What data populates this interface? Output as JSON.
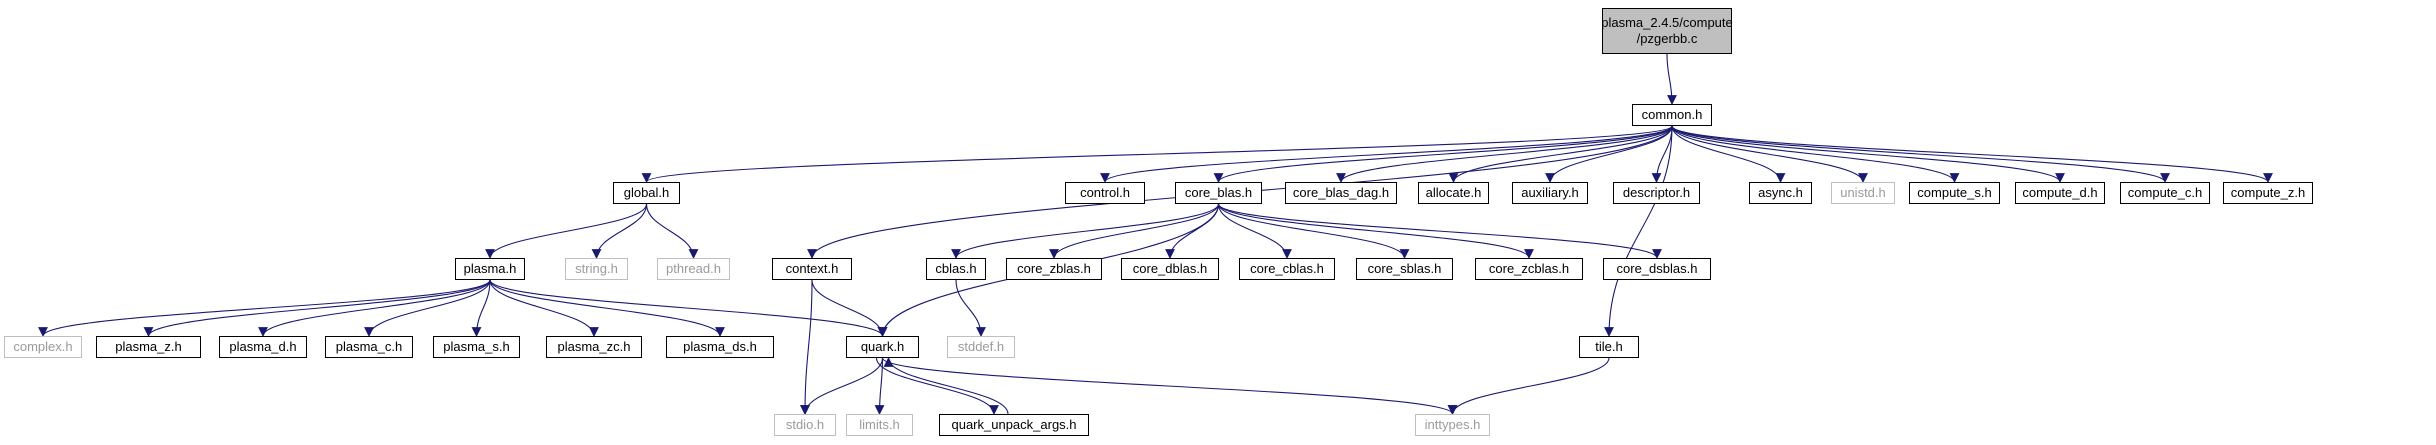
{
  "root": {
    "line1": "plasma_2.4.5/compute",
    "line2": "/pzgerbb.c"
  },
  "nodes": {
    "common": "common.h",
    "global": "global.h",
    "control": "control.h",
    "core_blas": "core_blas.h",
    "core_blas_dag": "core_blas_dag.h",
    "allocate": "allocate.h",
    "auxiliary": "auxiliary.h",
    "descriptor": "descriptor.h",
    "async": "async.h",
    "unistd": "unistd.h",
    "compute_s": "compute_s.h",
    "compute_d": "compute_d.h",
    "compute_c": "compute_c.h",
    "compute_z": "compute_z.h",
    "plasma": "plasma.h",
    "string": "string.h",
    "pthread": "pthread.h",
    "context": "context.h",
    "cblas": "cblas.h",
    "core_zblas": "core_zblas.h",
    "core_dblas": "core_dblas.h",
    "core_cblas": "core_cblas.h",
    "core_sblas": "core_sblas.h",
    "core_zcblas": "core_zcblas.h",
    "core_dsblas": "core_dsblas.h",
    "complex": "complex.h",
    "plasma_z": "plasma_z.h",
    "plasma_d": "plasma_d.h",
    "plasma_c": "plasma_c.h",
    "plasma_s": "plasma_s.h",
    "plasma_zc": "plasma_zc.h",
    "plasma_ds": "plasma_ds.h",
    "quark": "quark.h",
    "stddef": "stddef.h",
    "tile": "tile.h",
    "stdio": "stdio.h",
    "limits": "limits.h",
    "quark_unpack_args": "quark_unpack_args.h",
    "inttypes": "inttypes.h"
  },
  "missing_nodes": [
    "unistd",
    "string",
    "pthread",
    "complex",
    "stddef",
    "stdio",
    "limits",
    "inttypes"
  ],
  "edges": [
    [
      "root",
      "common"
    ],
    [
      "common",
      "global"
    ],
    [
      "common",
      "control"
    ],
    [
      "common",
      "core_blas"
    ],
    [
      "common",
      "core_blas_dag"
    ],
    [
      "common",
      "allocate"
    ],
    [
      "common",
      "auxiliary"
    ],
    [
      "common",
      "descriptor"
    ],
    [
      "common",
      "async"
    ],
    [
      "common",
      "unistd"
    ],
    [
      "common",
      "compute_s"
    ],
    [
      "common",
      "compute_d"
    ],
    [
      "common",
      "compute_c"
    ],
    [
      "common",
      "compute_z"
    ],
    [
      "common",
      "context"
    ],
    [
      "common",
      "tile"
    ],
    [
      "global",
      "plasma"
    ],
    [
      "global",
      "string"
    ],
    [
      "global",
      "pthread"
    ],
    [
      "plasma",
      "complex"
    ],
    [
      "plasma",
      "plasma_z"
    ],
    [
      "plasma",
      "plasma_d"
    ],
    [
      "plasma",
      "plasma_c"
    ],
    [
      "plasma",
      "plasma_s"
    ],
    [
      "plasma",
      "plasma_zc"
    ],
    [
      "plasma",
      "plasma_ds"
    ],
    [
      "plasma",
      "quark"
    ],
    [
      "core_blas",
      "cblas"
    ],
    [
      "core_blas",
      "core_zblas"
    ],
    [
      "core_blas",
      "core_dblas"
    ],
    [
      "core_blas",
      "core_cblas"
    ],
    [
      "core_blas",
      "core_sblas"
    ],
    [
      "core_blas",
      "core_zcblas"
    ],
    [
      "core_blas",
      "core_dsblas"
    ],
    [
      "core_blas",
      "quark"
    ],
    [
      "context",
      "quark"
    ],
    [
      "context",
      "stdio"
    ],
    [
      "cblas",
      "stddef"
    ],
    [
      "quark",
      "stdio"
    ],
    [
      "quark",
      "limits"
    ],
    [
      "quark",
      "quark_unpack_args"
    ],
    [
      "quark",
      "inttypes"
    ],
    [
      "quark_unpack_args",
      "quark"
    ],
    [
      "tile",
      "inttypes"
    ]
  ],
  "colors": {
    "edge": "#191970",
    "node_border": "#000000",
    "missing_border": "#bfbfbf",
    "missing_text": "#9a9a9a",
    "root_fill": "#bfbfbf"
  }
}
